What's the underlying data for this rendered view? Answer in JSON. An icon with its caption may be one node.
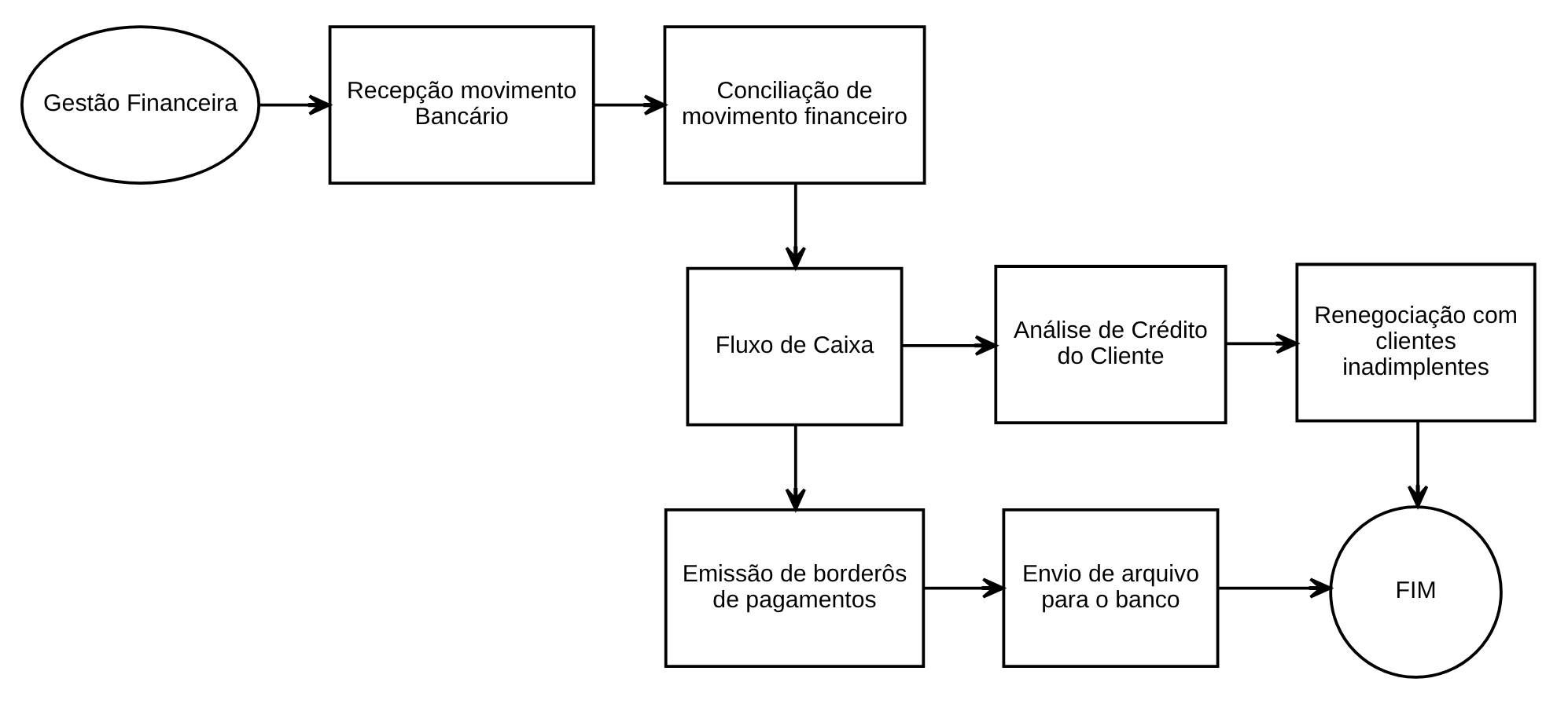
{
  "diagram": {
    "nodes": [
      {
        "text": [
          "Gestão Financeira"
        ]
      },
      {
        "text": [
          "Recepção movimento Bancário"
        ]
      },
      {
        "text": [
          "Conciliação de movimento financeiro"
        ]
      },
      {
        "text": [
          "Fluxo de Caixa"
        ]
      },
      {
        "text": [
          "Análise de Crédito do Cliente"
        ]
      },
      {
        "text": [
          "Renegociação com clientes inadimplentes"
        ]
      },
      {
        "text": [
          "Emissão de borderôs de pagamentos"
        ]
      },
      {
        "text": [
          "Envio de arquivo para o banco"
        ]
      },
      {
        "text": [
          "FIM"
        ]
      }
    ],
    "edges": [
      {
        "from": 0,
        "to": 1,
        "arrow": "to"
      },
      {
        "from": 1,
        "to": 2,
        "arrow": "to"
      },
      {
        "from": 2,
        "to": 3,
        "arrow": "to"
      },
      {
        "from": 3,
        "to": 4,
        "arrow": "to"
      },
      {
        "from": 4,
        "to": 5,
        "arrow": "to"
      },
      {
        "from": 5,
        "to": 8,
        "arrow": "to"
      },
      {
        "from": 3,
        "to": 6,
        "arrow": "to"
      },
      {
        "from": 6,
        "to": 7,
        "arrow": "to"
      },
      {
        "from": 7,
        "to": 8,
        "arrow": "to"
      }
    ]
  }
}
